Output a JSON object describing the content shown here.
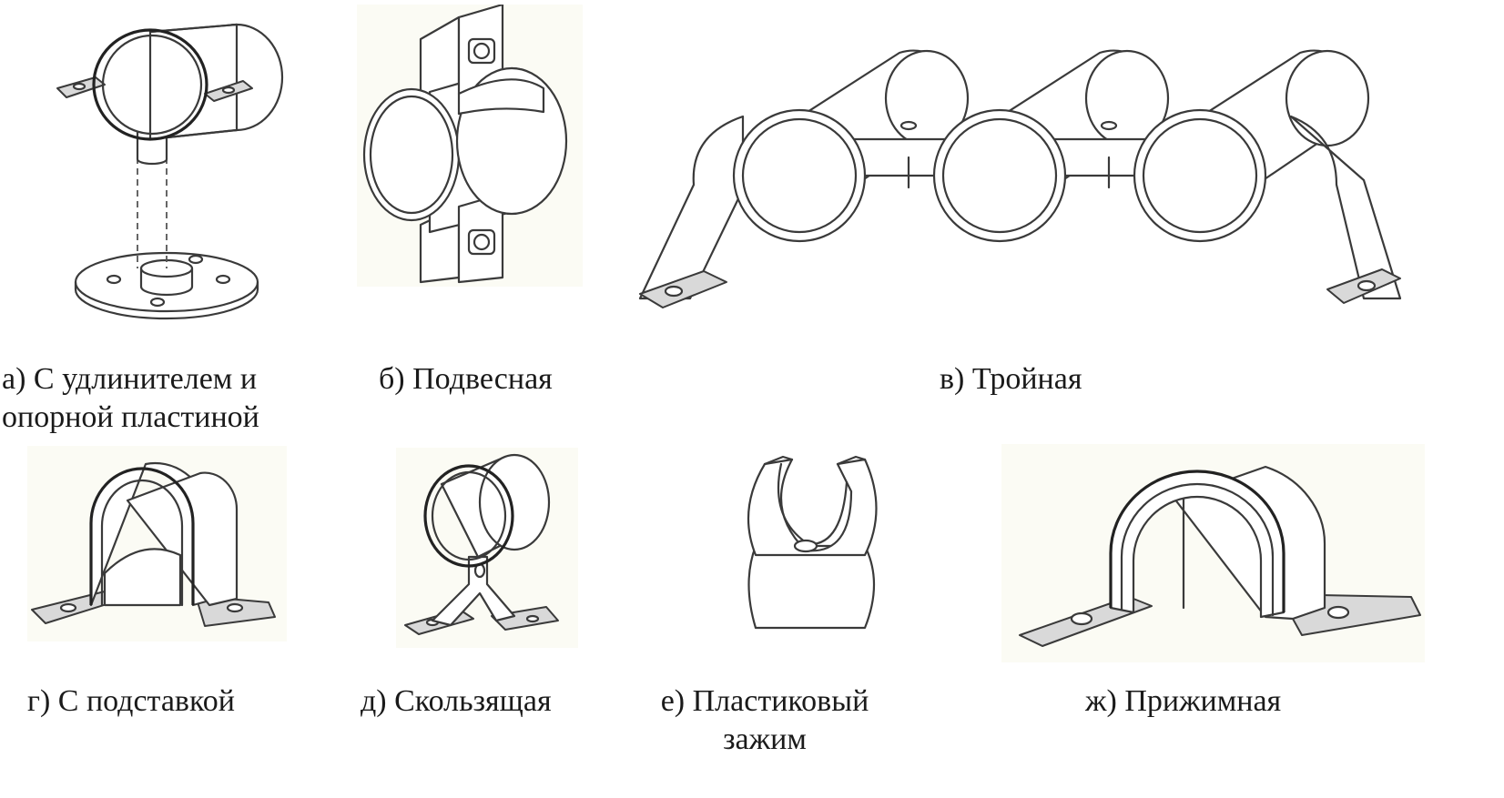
{
  "figures": [
    {
      "id": "a",
      "caption_lines": [
        "а) С удлинителем и",
        "опорной пластиной"
      ]
    },
    {
      "id": "b",
      "caption_lines": [
        "б) Подвесная"
      ]
    },
    {
      "id": "v",
      "caption_lines": [
        "в) Тройная"
      ]
    },
    {
      "id": "g",
      "caption_lines": [
        "г) С подставкой"
      ]
    },
    {
      "id": "d",
      "caption_lines": [
        "д) Скользящая"
      ]
    },
    {
      "id": "e",
      "caption_lines": [
        "е) Пластиковый",
        "зажим"
      ]
    },
    {
      "id": "zh",
      "caption_lines": [
        "ж) Прижимная"
      ]
    }
  ]
}
